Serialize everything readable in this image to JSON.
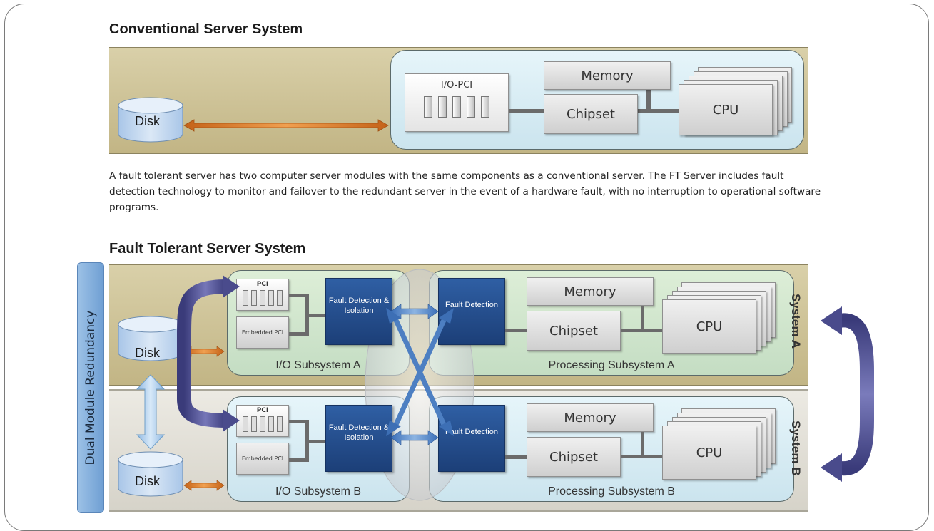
{
  "conventional": {
    "title": "Conventional Server System",
    "disk": "Disk",
    "io_pci": "I/O-PCI",
    "memory": "Memory",
    "chipset": "Chipset",
    "cpu": "CPU"
  },
  "description": "A fault tolerant server has two computer server modules with the same components as a conventional server.  The FT Server includes fault detection technology to monitor and failover to the redundant server in the event of a hardware fault, with no interruption to operational software programs.",
  "fault_tolerant": {
    "title": "Fault Tolerant Server System",
    "side_label": "Dual Module Redundancy",
    "system_a": {
      "name": "System A",
      "disk": "Disk",
      "pci": "PCI",
      "embedded_pci": "Embedded PCI",
      "fault_isolation": "Fault Detection & Isolation",
      "fault_detection": "Fault Detection",
      "memory": "Memory",
      "chipset": "Chipset",
      "cpu": "CPU",
      "io_label": "I/O Subsystem A",
      "proc_label": "Processing Subsystem A"
    },
    "system_b": {
      "name": "System B",
      "disk": "Disk",
      "pci": "PCI",
      "embedded_pci": "Embedded PCI",
      "fault_isolation": "Fault Detection & Isolation",
      "fault_detection": "Fault Detection",
      "memory": "Memory",
      "chipset": "Chipset",
      "cpu": "CPU",
      "io_label": "I/O Subsystem B",
      "proc_label": "Processing Subsystem B"
    }
  },
  "colors": {
    "olive_band": "#c9bd90",
    "grey_band": "#dedbd2",
    "fault_blue": "#1f4a8a",
    "disk_blue": "#c7dcf2",
    "orange_arrow": "#e0822a",
    "purple_arrow": "#4a4b8c"
  }
}
